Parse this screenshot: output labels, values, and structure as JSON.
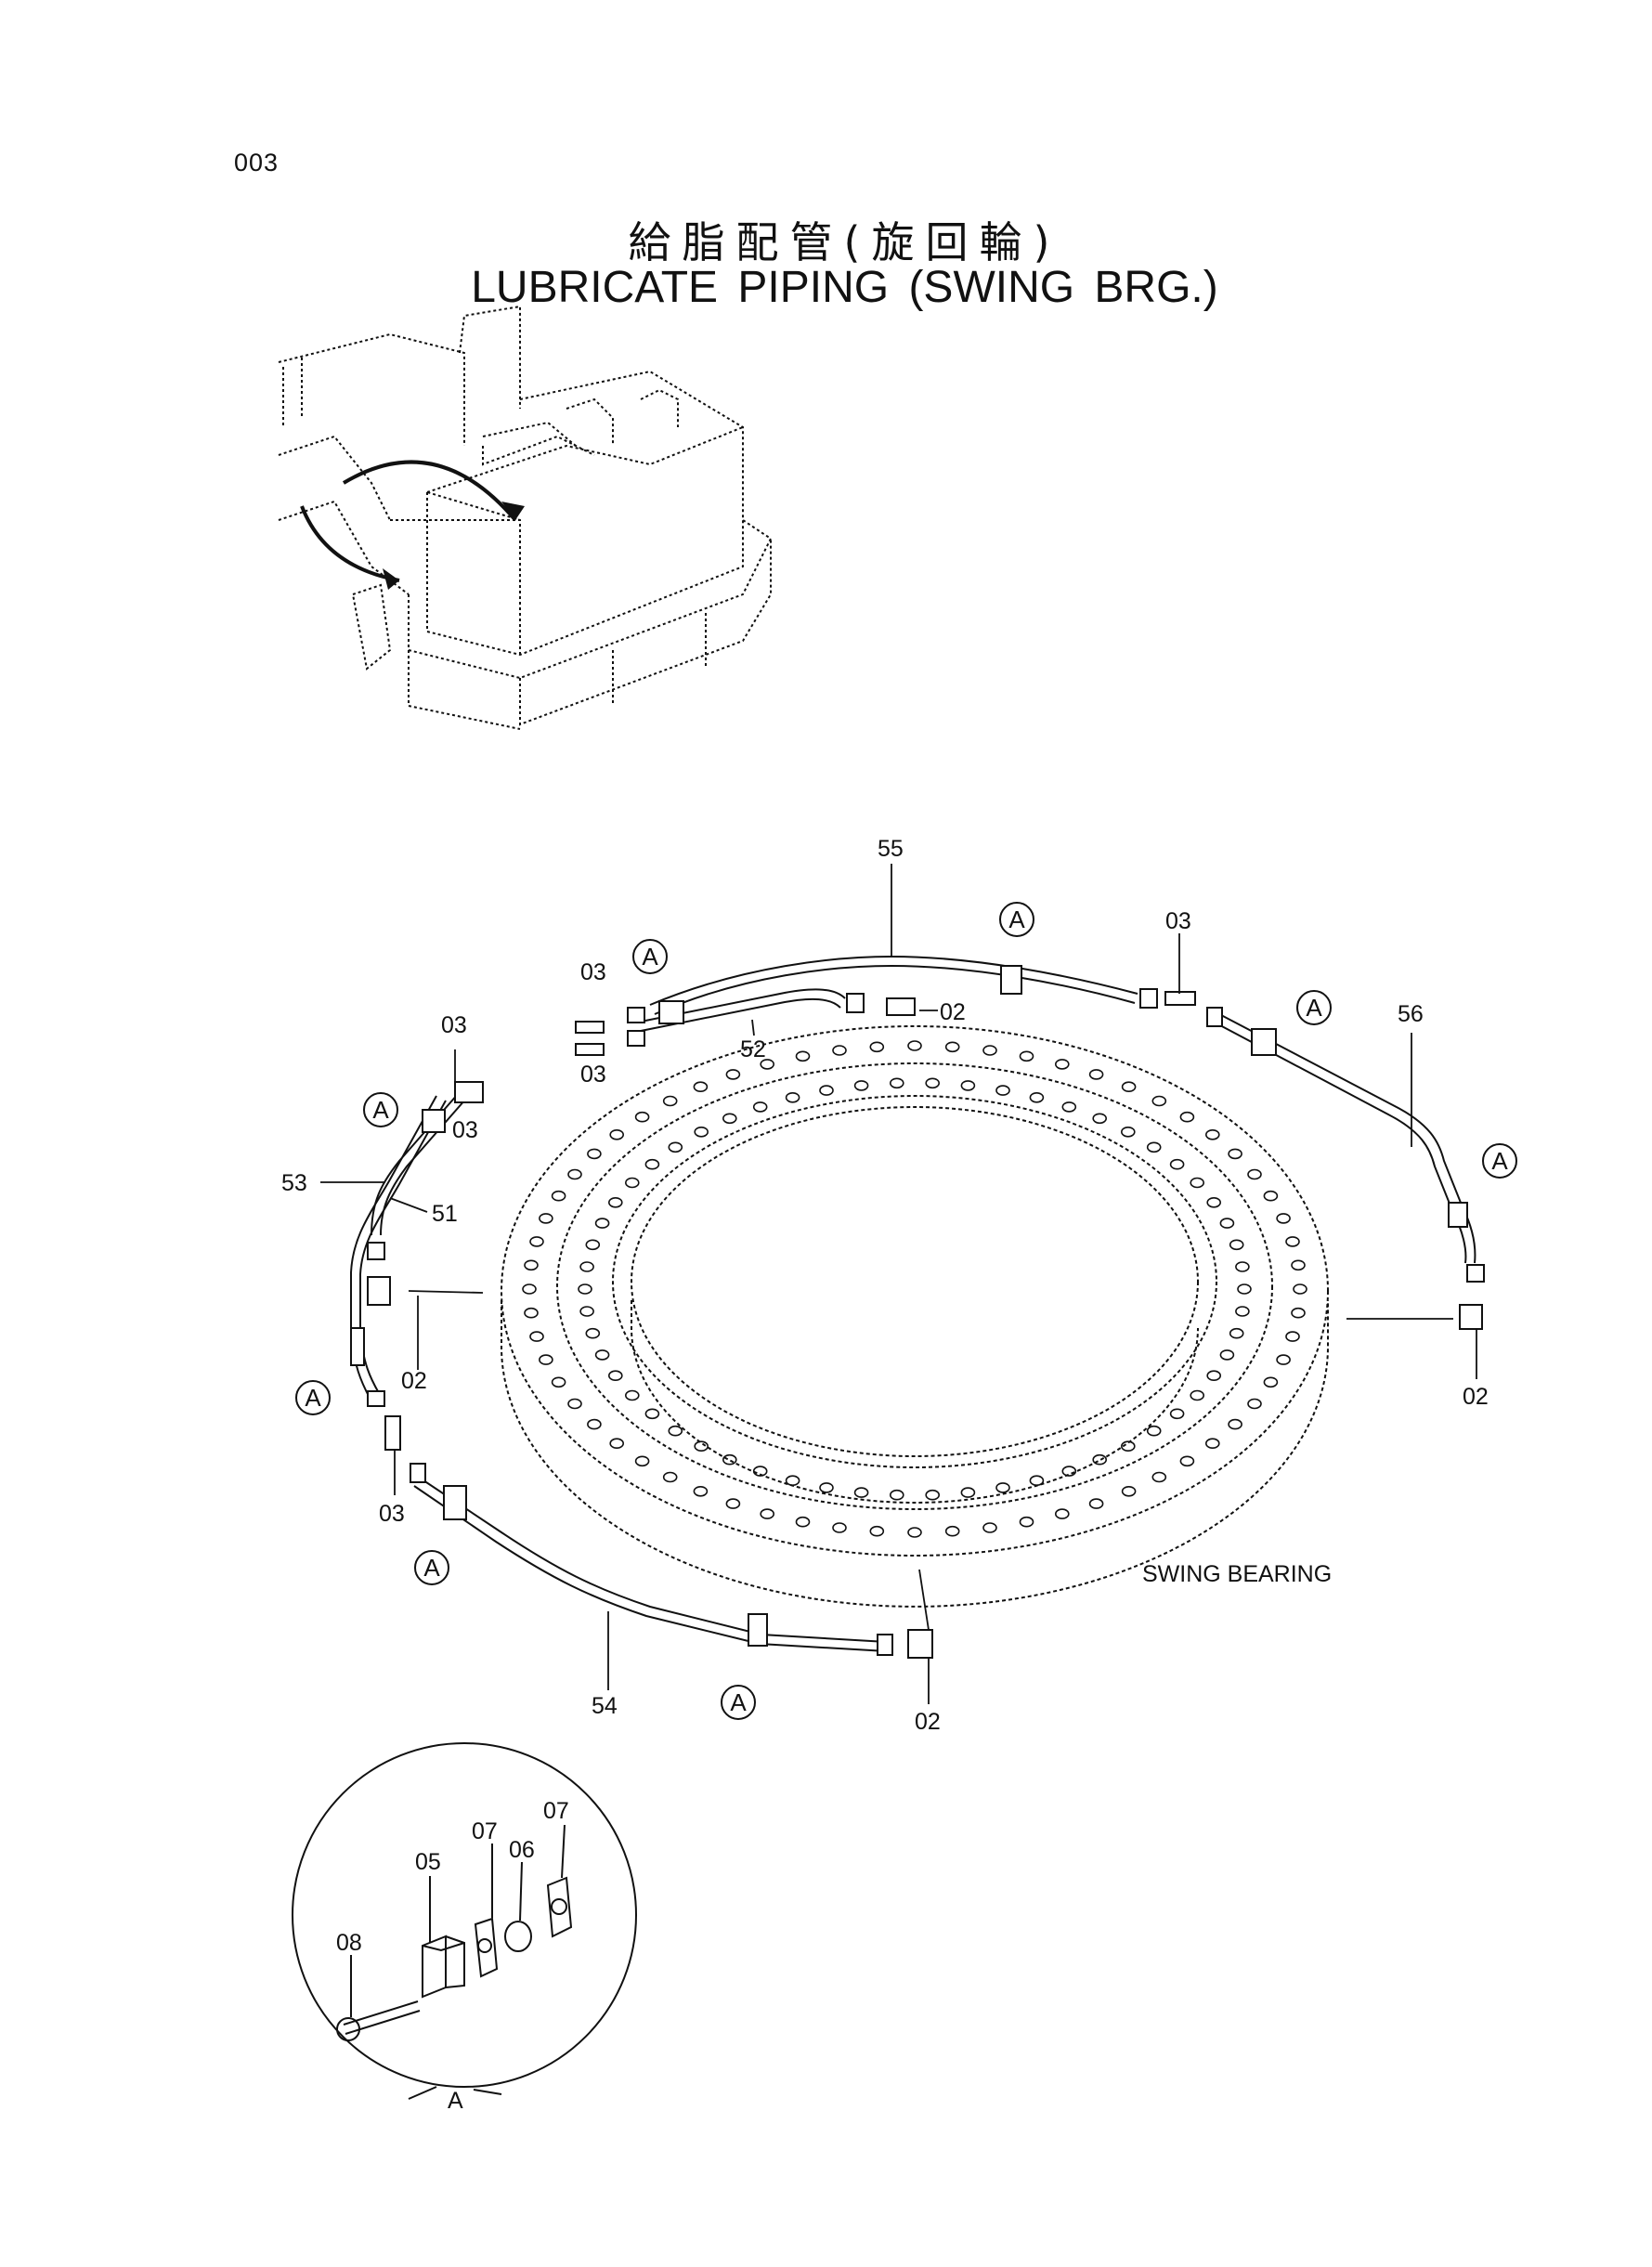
{
  "page_number": "003",
  "title": {
    "japanese": "給脂配管(旋回輪)",
    "english": "LUBRICATE PIPING (SWING BRG.)"
  },
  "component_label": "SWING BEARING",
  "detail_view_label": "A",
  "callout_letter": "A",
  "part_numbers": {
    "p55": "55",
    "p52": "52",
    "p56": "56",
    "p53": "53",
    "p51": "51",
    "p54": "54",
    "p02a": "02",
    "p02b": "02",
    "p02c": "02",
    "p02d": "02",
    "p03a": "03",
    "p03b": "03",
    "p03c": "03",
    "p03d": "03",
    "p03e": "03",
    "p03f": "03",
    "p05": "05",
    "p06": "06",
    "p07a": "07",
    "p07b": "07",
    "p08": "08"
  },
  "colors": {
    "ink": "#111111",
    "background": "#ffffff"
  }
}
